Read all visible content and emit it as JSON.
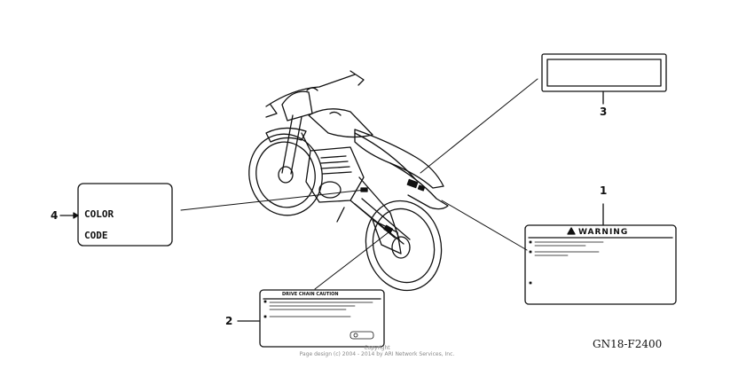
{
  "diagram": {
    "callouts": {
      "one": "1",
      "two": "2",
      "three": "3",
      "four": "4"
    },
    "color_label": {
      "line1": "COLOR",
      "line2": "CODE"
    },
    "warning_label": {
      "title": "WARNING"
    },
    "chain_label": {
      "title": "DRIVE CHAIN CAUTION"
    },
    "diagram_code": "GN18-F2400",
    "footer": {
      "line1": "Copyright",
      "line2": "Page design (c) 2004 - 2014 by ARI Network Services, Inc."
    }
  }
}
